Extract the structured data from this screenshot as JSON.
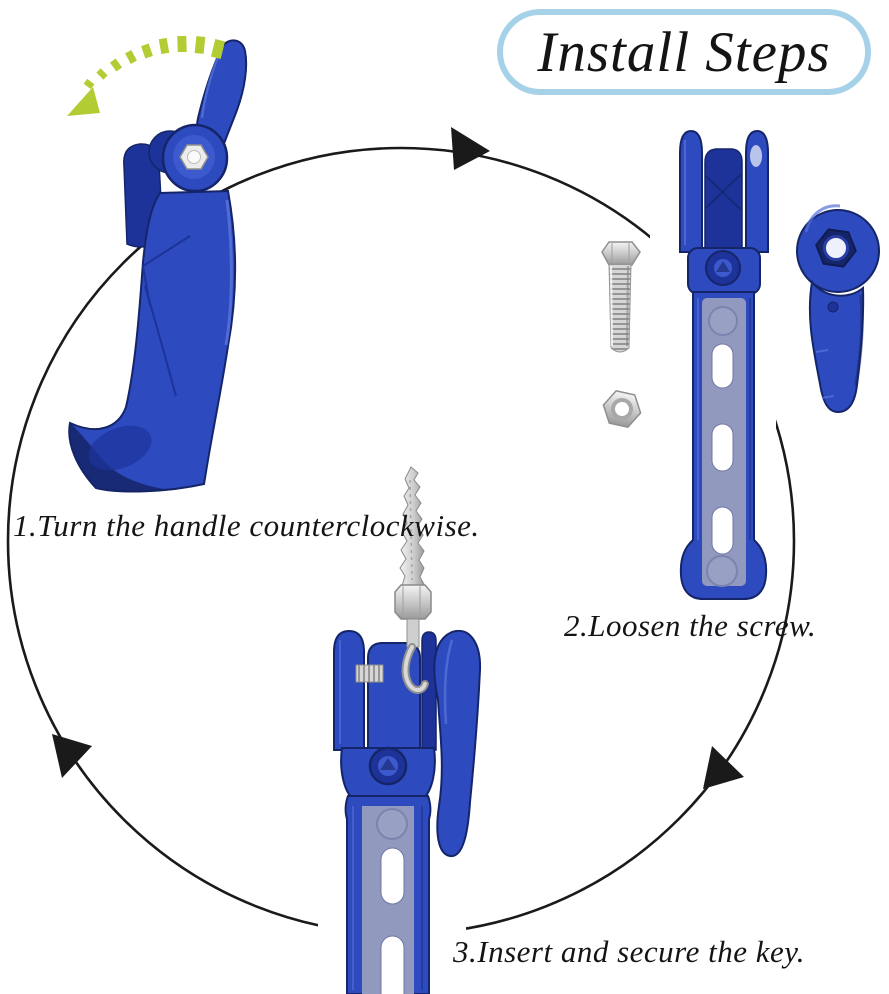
{
  "title": "Install Steps",
  "steps": [
    {
      "num": "1",
      "label": "1.Turn the handle counterclockwise."
    },
    {
      "num": "2",
      "label": "2.Loosen the screw."
    },
    {
      "num": "3",
      "label": "3.Insert and secure the key."
    }
  ],
  "icons": {
    "cycle": "clockwise-cycle-arrows",
    "rotate": "counterclockwise-rotate-arrow"
  },
  "parts": [
    "blue-lock-handle",
    "lock-bracket-with-slots",
    "wing-handle",
    "screw",
    "hex-nut",
    "serrated-key",
    "assembled-lock"
  ],
  "colors": {
    "accent_border": "#a5d2e8",
    "text_ink": "#141414",
    "arc_ink": "#1a1a1a",
    "green": "#b2cc34",
    "blue": "#2d4abe",
    "blue_light": "#5570d8",
    "blue_dark": "#1d339a",
    "blue_deep": "#152569",
    "channel": "#9199bf",
    "channel_emboss": "#98a1c4"
  }
}
